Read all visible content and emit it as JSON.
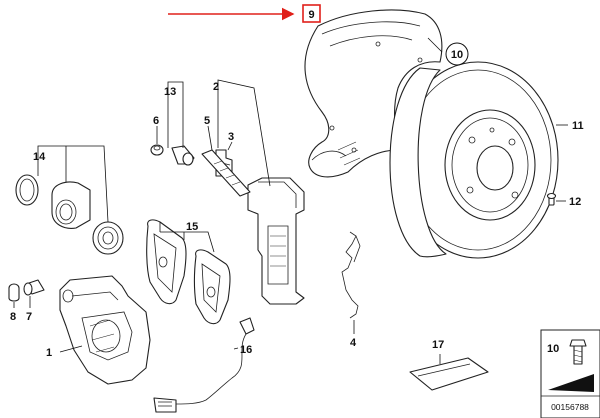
{
  "labels": {
    "p1": "1",
    "p2": "2",
    "p3": "3",
    "p4": "4",
    "p5": "5",
    "p6": "6",
    "p7": "7",
    "p8": "8",
    "p9": "9",
    "p10": "10",
    "p11": "11",
    "p12": "12",
    "p13": "13",
    "p14": "14",
    "p15": "15",
    "p16": "16",
    "p17": "17",
    "inset10": "10"
  },
  "diagram_number": "00156788",
  "colors": {
    "highlight": "#e0201a",
    "ink": "#222222"
  },
  "icons": {
    "arrow": "red-pointer-arrow",
    "inset_arrow": "black-wedge-arrow"
  }
}
